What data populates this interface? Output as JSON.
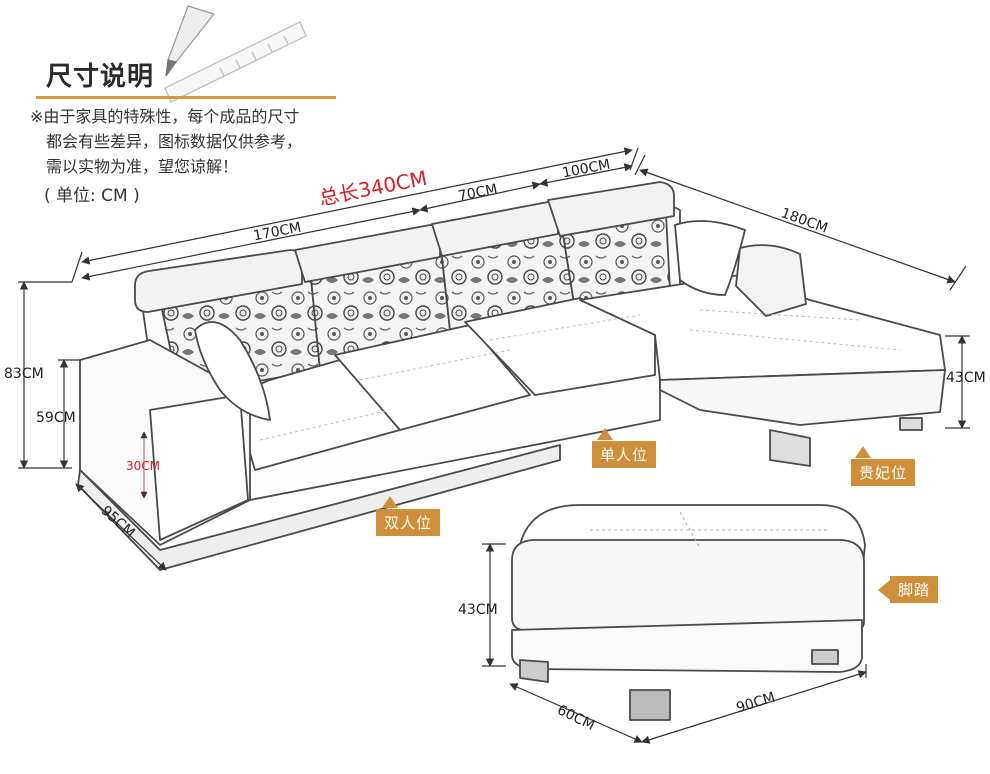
{
  "section_title": "尺寸说明",
  "note": {
    "line1": "※由于家具的特殊性，每个成品的尺寸",
    "line2": "都会有些差异，图标数据仅供参考，",
    "line3": "需以实物为准，望您谅解！",
    "unit": "( 单位: CM )"
  },
  "dimensions": {
    "total_length": "总长340CM",
    "length_170": "170CM",
    "length_70": "70CM",
    "length_100": "100CM",
    "length_180": "180CM",
    "height_83": "83CM",
    "height_59": "59CM",
    "height_30": "30CM",
    "depth_95": "95CM",
    "chaise_height_43": "43CM",
    "ottoman_height_43": "43CM",
    "ottoman_depth_60": "60CM",
    "ottoman_width_90": "90CM"
  },
  "labels": {
    "two_seat": "双人位",
    "single_seat": "单人位",
    "chaise": "贵妃位",
    "ottoman": "脚踏"
  },
  "colors": {
    "accent": "#d59a3d",
    "tag_bg": "#cf8e3a",
    "highlight_text": "#d8202a",
    "line": "#444444"
  },
  "icons": [
    "pencil-ruler-icon"
  ]
}
